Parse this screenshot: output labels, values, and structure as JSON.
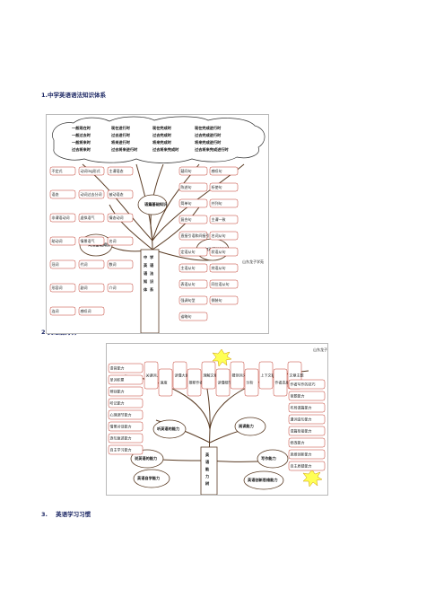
{
  "sections": [
    {
      "number": "1.",
      "title": "中学英语语法知识体系"
    },
    {
      "number": "2.",
      "title": "英语能力树"
    },
    {
      "number": "3.",
      "title": "英语学习习惯"
    }
  ],
  "figure1": {
    "tense_cloud": [
      [
        "一般现在时",
        "现在进行时",
        "现在完成时",
        "现在完成进行时"
      ],
      [
        "一般过去时",
        "过去进行时",
        "过去完成时",
        "过去完成进行时"
      ],
      [
        "一般将来时",
        "将来进行时",
        "将来完成时",
        "将来完成进行时"
      ],
      [
        "过去将来时",
        "过去将来进行时",
        "过去将来完成时",
        "过去将来完成进行时"
      ]
    ],
    "trunk": "中学英语语法知识体系",
    "knots": [
      "词法基础知识",
      "句法基础知识",
      "语篇基础知识"
    ],
    "left_items": [
      "不定式",
      "动词ing形式",
      "主谓语态",
      "语态",
      "动词过去分词",
      "被动语态",
      "非谓语动词",
      "虚拟语气",
      "情态动词",
      "助动词",
      "情景语气",
      "名词",
      "冠词",
      "代词",
      "数词",
      "形容词",
      "副词",
      "介词",
      "连词",
      "感叹词"
    ],
    "right_items": [
      "疑问句",
      "感叹句",
      "陈述句",
      "祈使句",
      "简单句",
      "并列句",
      "复合句",
      "主谓一致",
      "直接引语和间接引语",
      "名词从句",
      "定语从句",
      "状语从句",
      "主语从句",
      "宾语从句",
      "表语从句",
      "同位语从句",
      "强调句型",
      "倒装句",
      "省略句"
    ],
    "credit": "山东龙子学苑英语制作"
  },
  "figure2": {
    "trunk": "英语能力树",
    "knots": [
      "听英语的能力",
      "阅读能力",
      "说英语的能力",
      "写作能力",
      "英语自学能力",
      "英语创新思维能力"
    ],
    "top_items": [
      "关键词、主题句和中心思想",
      "速度",
      "读懂大意",
      "推断作者意图",
      "理解文章结构",
      "读懂细节",
      "猜测词义",
      "分析",
      "上下文联想",
      "作者态度",
      "文章主题"
    ],
    "left_items": [
      "语音能力",
      "单词积累",
      "辨别能力",
      "听记能力",
      "心理调节能力",
      "情景对话能力",
      "逐句复述能力",
      "自主学习能力"
    ],
    "right_items": [
      "作者写作的技巧",
      "审题能力",
      "布局谋篇能力",
      "遣词造句能力",
      "语篇衔接能力",
      "修改能力",
      "思维创新能力",
      "自主质疑能力"
    ],
    "credit": "山东龙子学苑英语制作"
  },
  "colors": {
    "heading": "#1f2a66",
    "cloud_text": "#1a2ba8",
    "leaf_border": "#c0392b",
    "trunk": "#5a3b23",
    "knot_fill": "#ffffff"
  }
}
